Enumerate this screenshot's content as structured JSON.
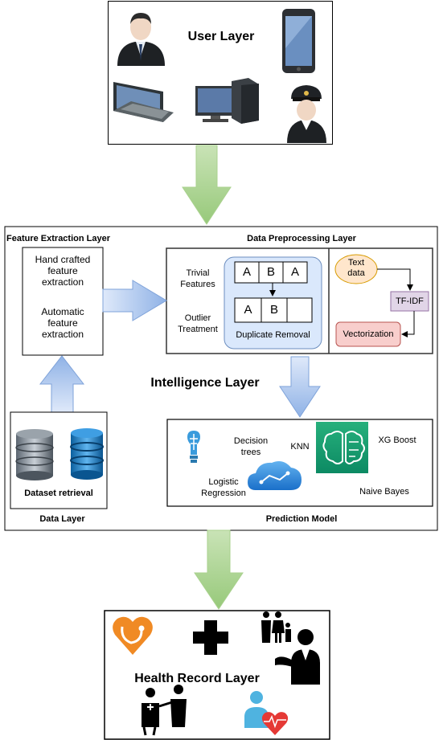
{
  "user_layer": {
    "title": "User Layer"
  },
  "feature_extraction": {
    "title": "Feature Extraction Layer",
    "hand_crafted": "Hand crafted feature extraction",
    "automatic": "Automatic feature extraction"
  },
  "preprocessing": {
    "title": "Data Preprocessing Layer",
    "trivial": "Trivial Features",
    "outlier": "Outlier Treatment",
    "cells_row1": [
      "A",
      "B",
      "A"
    ],
    "cells_row2": [
      "A",
      "B",
      ""
    ],
    "duplicate_removal": "Duplicate Removal",
    "text_data": "Text data",
    "tfidf": "TF-IDF",
    "vectorization": "Vectorization"
  },
  "intelligence": {
    "title": "Intelligence Layer"
  },
  "data_layer": {
    "title": "Data Layer",
    "dataset": "Dataset retrieval"
  },
  "prediction": {
    "title": "Prediction Model",
    "decision_trees": "Decision trees",
    "knn": "KNN",
    "xgboost": "XG Boost",
    "logistic": "Logistic Regression",
    "naive_bayes": "Naive Bayes"
  },
  "health_record": {
    "title": "Health Record Layer"
  },
  "colors": {
    "arrow_green": "#a9d18e",
    "arrow_blue": "#a6c2ec",
    "pink": "#f8cecc",
    "purple": "#e1d5e7",
    "yellow": "#ffe6cc",
    "light_blue": "#dae8fc"
  }
}
